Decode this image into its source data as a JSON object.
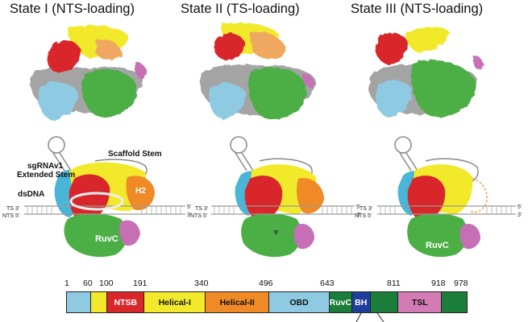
{
  "states": [
    {
      "title": "State I (NTS-loading)"
    },
    {
      "title": "State II (TS-loading)"
    },
    {
      "title": "State III (NTS-loading)"
    }
  ],
  "schematic_labels": {
    "scaffold_stem": "Scaffold Stem",
    "sgrna_line1": "sgRNAv1",
    "sgrna_line2": "Extended Stem",
    "dsdna": "dsDNA",
    "h2": "H2",
    "ruvc": "RuvC",
    "ts3": "TS 3'",
    "nts5": "NTS 5'",
    "five": "5'",
    "three": "3'"
  },
  "colors": {
    "lightblue": "#8ecbe2",
    "cyan": "#49b6d8",
    "yellow": "#f2e92b",
    "red": "#d9262a",
    "orange": "#f08a26",
    "green": "#4caf45",
    "purple": "#c66fb5",
    "gray": "#9a9a9a",
    "navy": "#1f3d9c",
    "darkgreen": "#1a7d3a"
  },
  "domain_positions": [
    "1",
    "60",
    "100",
    "191",
    "340",
    "496",
    "643",
    "811",
    "918",
    "978"
  ],
  "domain_segments": [
    {
      "label": "",
      "color": "#8ecbe2",
      "span": 59
    },
    {
      "label": "",
      "color": "#f2e92b",
      "span": 40
    },
    {
      "label": "NTSB",
      "color": "#d9262a",
      "span": 91
    },
    {
      "label": "Helical-I",
      "color": "#f2e92b",
      "span": 149
    },
    {
      "label": "Helical-II",
      "color": "#f08a26",
      "span": 156
    },
    {
      "label": "OBD",
      "color": "#8ecbe2",
      "span": 147
    },
    {
      "label": "RuvC",
      "color": "#1a7d3a",
      "span": 55
    },
    {
      "label": "BH",
      "color": "#1f3d9c",
      "span": 45
    },
    {
      "label": "",
      "color": "#1a7d3a",
      "span": 68
    },
    {
      "label": "TSL",
      "color": "#d27bb4",
      "span": 107
    },
    {
      "label": "",
      "color": "#1a7d3a",
      "span": 60
    }
  ]
}
